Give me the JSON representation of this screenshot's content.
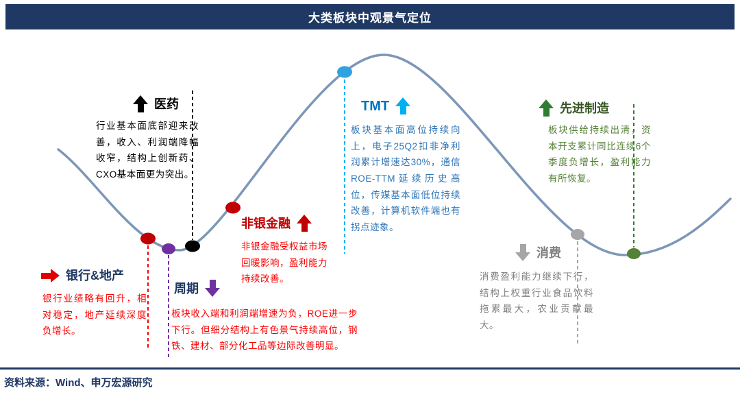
{
  "header": {
    "title": "大类板块中观景气定位"
  },
  "sectors": {
    "pharma": {
      "label": "医药",
      "trend": "up",
      "accent_color": "#000000",
      "text": "行业基本面底部迎来改善，收入、利润端降幅收窄，结构上创新药、CXO基本面更为突出。"
    },
    "bank_property": {
      "label": "银行&地产",
      "trend": "right",
      "accent_color": "#E00000",
      "text": "银行业绩略有回升，相对稳定，地产延续深度负增长。"
    },
    "cyclical": {
      "label": "周期",
      "trend": "down",
      "accent_color": "#7030A0",
      "text": "板块收入端和利润端增速为负，ROE进一步下行。但细分结构上有色景气持续高位，钢铁、建材、部分化工品等边际改善明显。"
    },
    "non_bank_finance": {
      "label": "非银金融",
      "trend": "up",
      "accent_color": "#C00000",
      "text": "非银金融受权益市场回暖影响，盈利能力持续改善。"
    },
    "tmt": {
      "label": "TMT",
      "trend": "up",
      "accent_color": "#00B0F0",
      "text": "板块基本面高位持续向上，电子25Q2扣非净利润累计增速达30%，通信ROE-TTM延续历史高位，传媒基本面低位持续改善，计算机软件端也有拐点迹象。"
    },
    "advanced_manufacturing": {
      "label": "先进制造",
      "trend": "up",
      "accent_color": "#2E7D32",
      "text": "板块供给持续出清，资本开支累计同比连续6个季度负增长，盈利能力有所恢复。"
    },
    "consumer": {
      "label": "消费",
      "trend": "down",
      "accent_color": "#A6A6A6",
      "text": "消费盈利能力继续下行，结构上权重行业食品饮料拖累最大，农业贡献最大。"
    }
  },
  "footer": {
    "source": "资料来源：Wind、申万宏源研究"
  },
  "colors": {
    "header_bg": "#1F3864",
    "curve": "#7C97B8",
    "navy": "#1F3864",
    "red_text": "#FF0000",
    "blue_text": "#2E75B6",
    "green_text": "#538135",
    "gray_text": "#7F7F7F"
  }
}
